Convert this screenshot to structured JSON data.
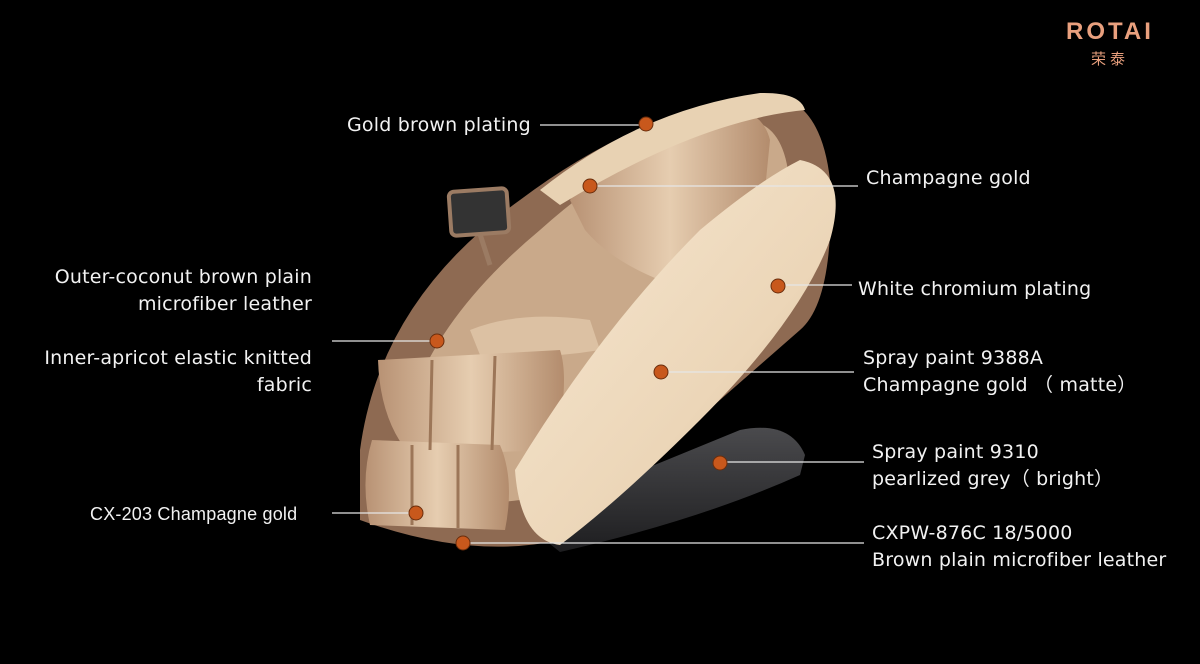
{
  "brand": {
    "name": "ROTAI",
    "name_cn": "荣泰"
  },
  "callouts": {
    "gold_brown_plating": "Gold brown plating",
    "champagne_gold": "Champagne gold",
    "outer_line1": "Outer-coconut brown plain",
    "outer_line2": "microfiber leather",
    "white_chromium": "White chromium plating",
    "inner_line1": "Inner-apricot elastic knitted",
    "inner_line2": "fabric",
    "spray_9388a_line1": "Spray paint  9388A",
    "spray_9388a_line2": "Champagne gold （ matte）",
    "spray_9310_line1": "Spray paint 9310",
    "spray_9310_line2": "pearlized grey（ bright）",
    "cx203": "CX-203 Champagne gold",
    "cxpw_line1": "CXPW-876C 18/5000",
    "cxpw_line2": "Brown plain microfiber leather"
  },
  "colors": {
    "background": "#000000",
    "marker": "#c8581c",
    "shell": "#efdcc1",
    "brown": "#8e6a52",
    "base": "#3a3a3c",
    "leader": "#e6e6e6"
  }
}
